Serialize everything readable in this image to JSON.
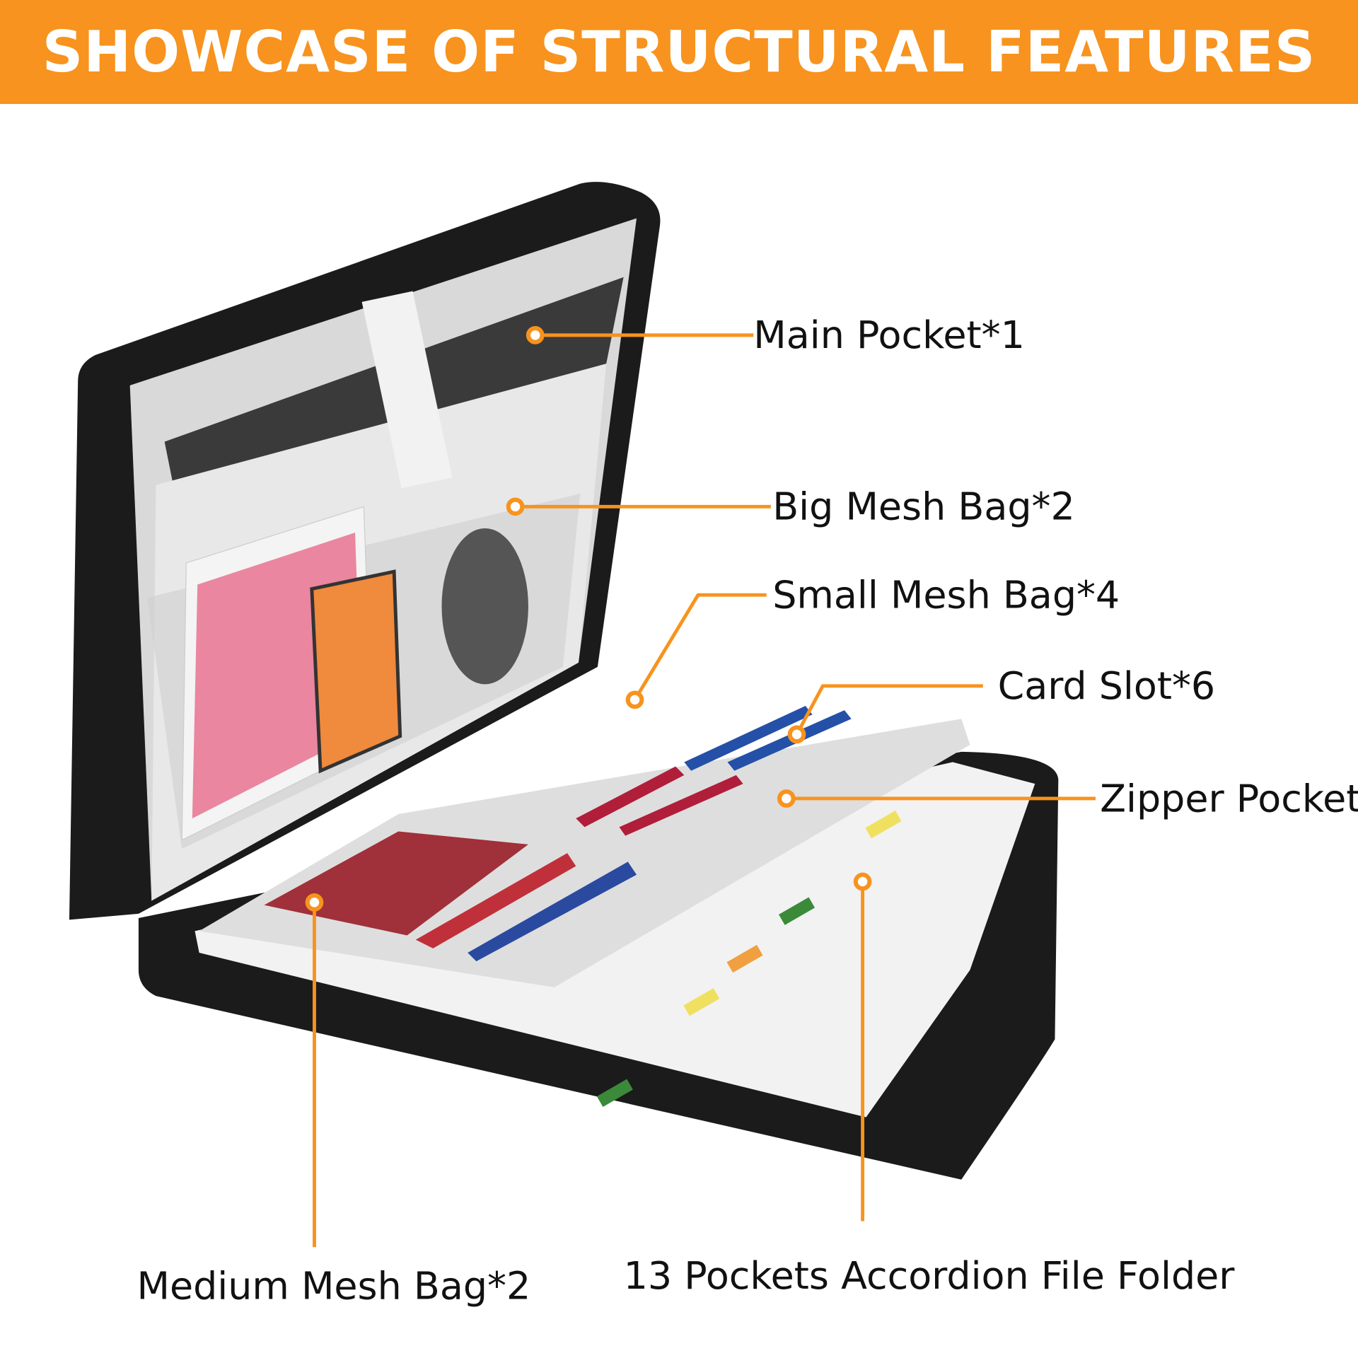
{
  "header": {
    "title": "SHOWCASE OF STRUCTURAL FEATURES"
  },
  "accent_color": "#F7931E",
  "callouts": {
    "main_pocket": "Main Pocket*1",
    "big_mesh": "Big Mesh Bag*2",
    "small_mesh": "Small Mesh Bag*4",
    "card_slot": "Card Slot*6",
    "zipper_pocket": "Zipper Pocket",
    "medium_mesh": "Medium Mesh Bag*2",
    "accordion": "13 Pockets Accordion File Folder"
  }
}
